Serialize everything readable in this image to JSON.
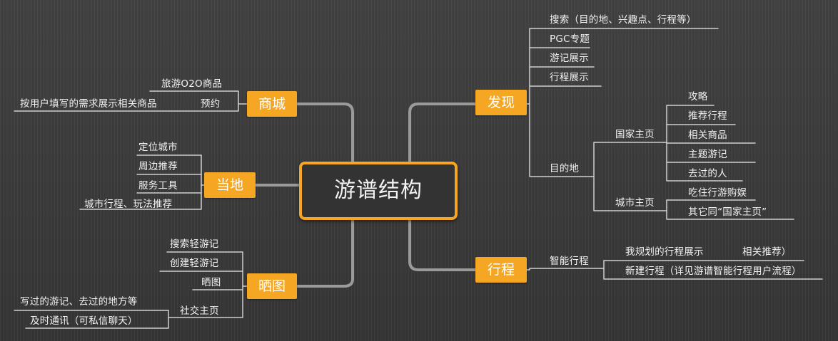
{
  "center": "游谱结构",
  "branches": {
    "shop": {
      "label": "商城",
      "items": [
        "旅游O2O商品",
        "预约"
      ],
      "sub": "按用户填写的需求展示相关商品"
    },
    "local": {
      "label": "当地",
      "items": [
        "定位城市",
        "周边推荐",
        "服务工具",
        "城市行程、玩法推荐"
      ]
    },
    "photo": {
      "label": "晒图",
      "items": [
        "搜索轻游记",
        "创建轻游记",
        "晒图",
        "社交主页"
      ],
      "social_sub": [
        "写过的游记、去过的地方等",
        "及时通讯（可私信聊天）"
      ]
    },
    "discover": {
      "label": "发现",
      "items": [
        "搜索（目的地、兴趣点、行程等）",
        "PGC专题",
        "游记展示",
        "行程展示",
        "目的地"
      ],
      "destination": {
        "country": "国家主页",
        "country_items": [
          "攻略",
          "推荐行程",
          "相关商品",
          "主题游记",
          "去过的人"
        ],
        "city": "城市主页",
        "city_items": [
          "吃住行游购娱",
          "其它同“国家主页”"
        ]
      }
    },
    "trip": {
      "label": "行程",
      "smart": "智能行程",
      "smart_items": [
        "我规划的行程展示",
        "新建行程（详见游谱智能行程用户流程）"
      ],
      "related": "相关推荐）"
    }
  }
}
